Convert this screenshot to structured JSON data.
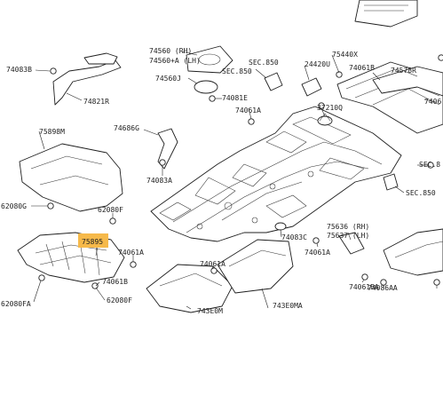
{
  "labels": {
    "l_74560_rh": "74560 (RH)",
    "l_74560m_lh": "74560+A (LH)",
    "l_74560j": "74560J",
    "l_sec850_a": "SEC.850",
    "l_sec850_b": "SEC.850",
    "l_24420u": "24420U",
    "l_74081e": "74081E",
    "l_75440x": "75440X",
    "l_74061b": "74061B",
    "l_74578r": "74578R",
    "l_74061a_top": "74061A",
    "l_74083b": "74083B",
    "l_74821r": "74821R",
    "l_37210q": "37210Q",
    "l_7406": "7406",
    "l_75898m": "75898M",
    "l_74686g": "74686G",
    "l_74083a": "74083A",
    "l_62080g": "62080G",
    "l_62080f": "62080F",
    "l_75895": "75895",
    "l_74061a_mid": "74061A",
    "l_74061a_low": "74061A",
    "l_74083c": "74083C",
    "l_75636_rh": "75636 (RH)",
    "l_75637_lh": "75637 (LH)",
    "l_74061a_right": "74061A",
    "l_74061ba": "74061BA",
    "l_74086aa": "74086AA",
    "l_74061b_low": "74061B",
    "l_62080f_low": "62080F",
    "l_62080fa": "62080FA",
    "l_743e0m": "743E0M",
    "l_743e0ma": "743E0MA",
    "l_sec850_right": "SEC.850",
    "l_sec8_right": "SEC.8"
  },
  "highlight": {
    "label": "75895",
    "color": "#f6b94a"
  },
  "colors": {
    "line": "#1f1f1f",
    "text": "#222222",
    "background": "#ffffff"
  }
}
